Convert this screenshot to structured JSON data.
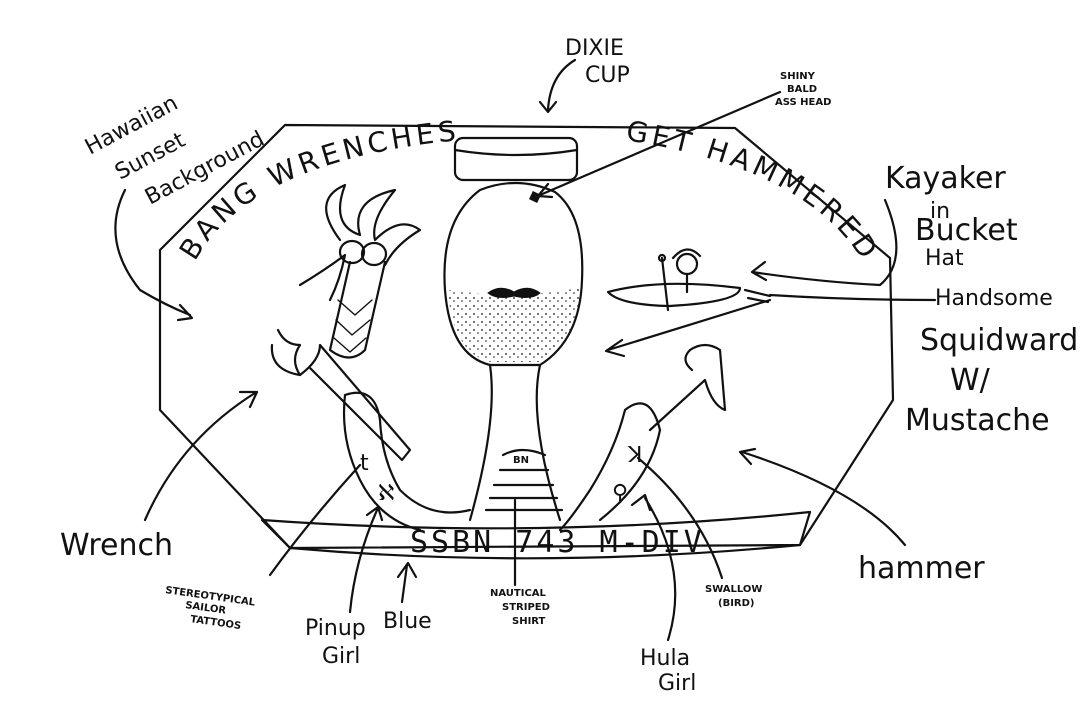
{
  "border_text": {
    "left_arc": "BANG WRENCHES",
    "right_arc": "GET HAMMERED",
    "banner": "SSBN 743 M-DIV"
  },
  "annotations": {
    "dixie_cup": [
      "DIXIE",
      "CUP"
    ],
    "shiny_bald": [
      "SHINY",
      "BALD",
      "ASS HEAD"
    ],
    "hawaiian_sunset": [
      "Hawaiian",
      "Sunset",
      "Background"
    ],
    "kayaker": [
      "Kayaker",
      "in",
      "Bucket",
      "Hat"
    ],
    "squidward": [
      "Handsome",
      "Squidward",
      "W/",
      "Mustache"
    ],
    "wrench": "Wrench",
    "hammer": "hammer",
    "tattoos": [
      "STEREOTYPICAL",
      "SAILOR",
      "TATTOOS"
    ],
    "pinup": [
      "Pinup",
      "Girl"
    ],
    "blue": "Blue",
    "nautical": [
      "NAUTICAL",
      "STRIPED",
      "SHIRT"
    ],
    "hula": [
      "Hula",
      "Girl"
    ],
    "swallow": [
      "SWALLOW",
      "(BIRD)"
    ]
  }
}
